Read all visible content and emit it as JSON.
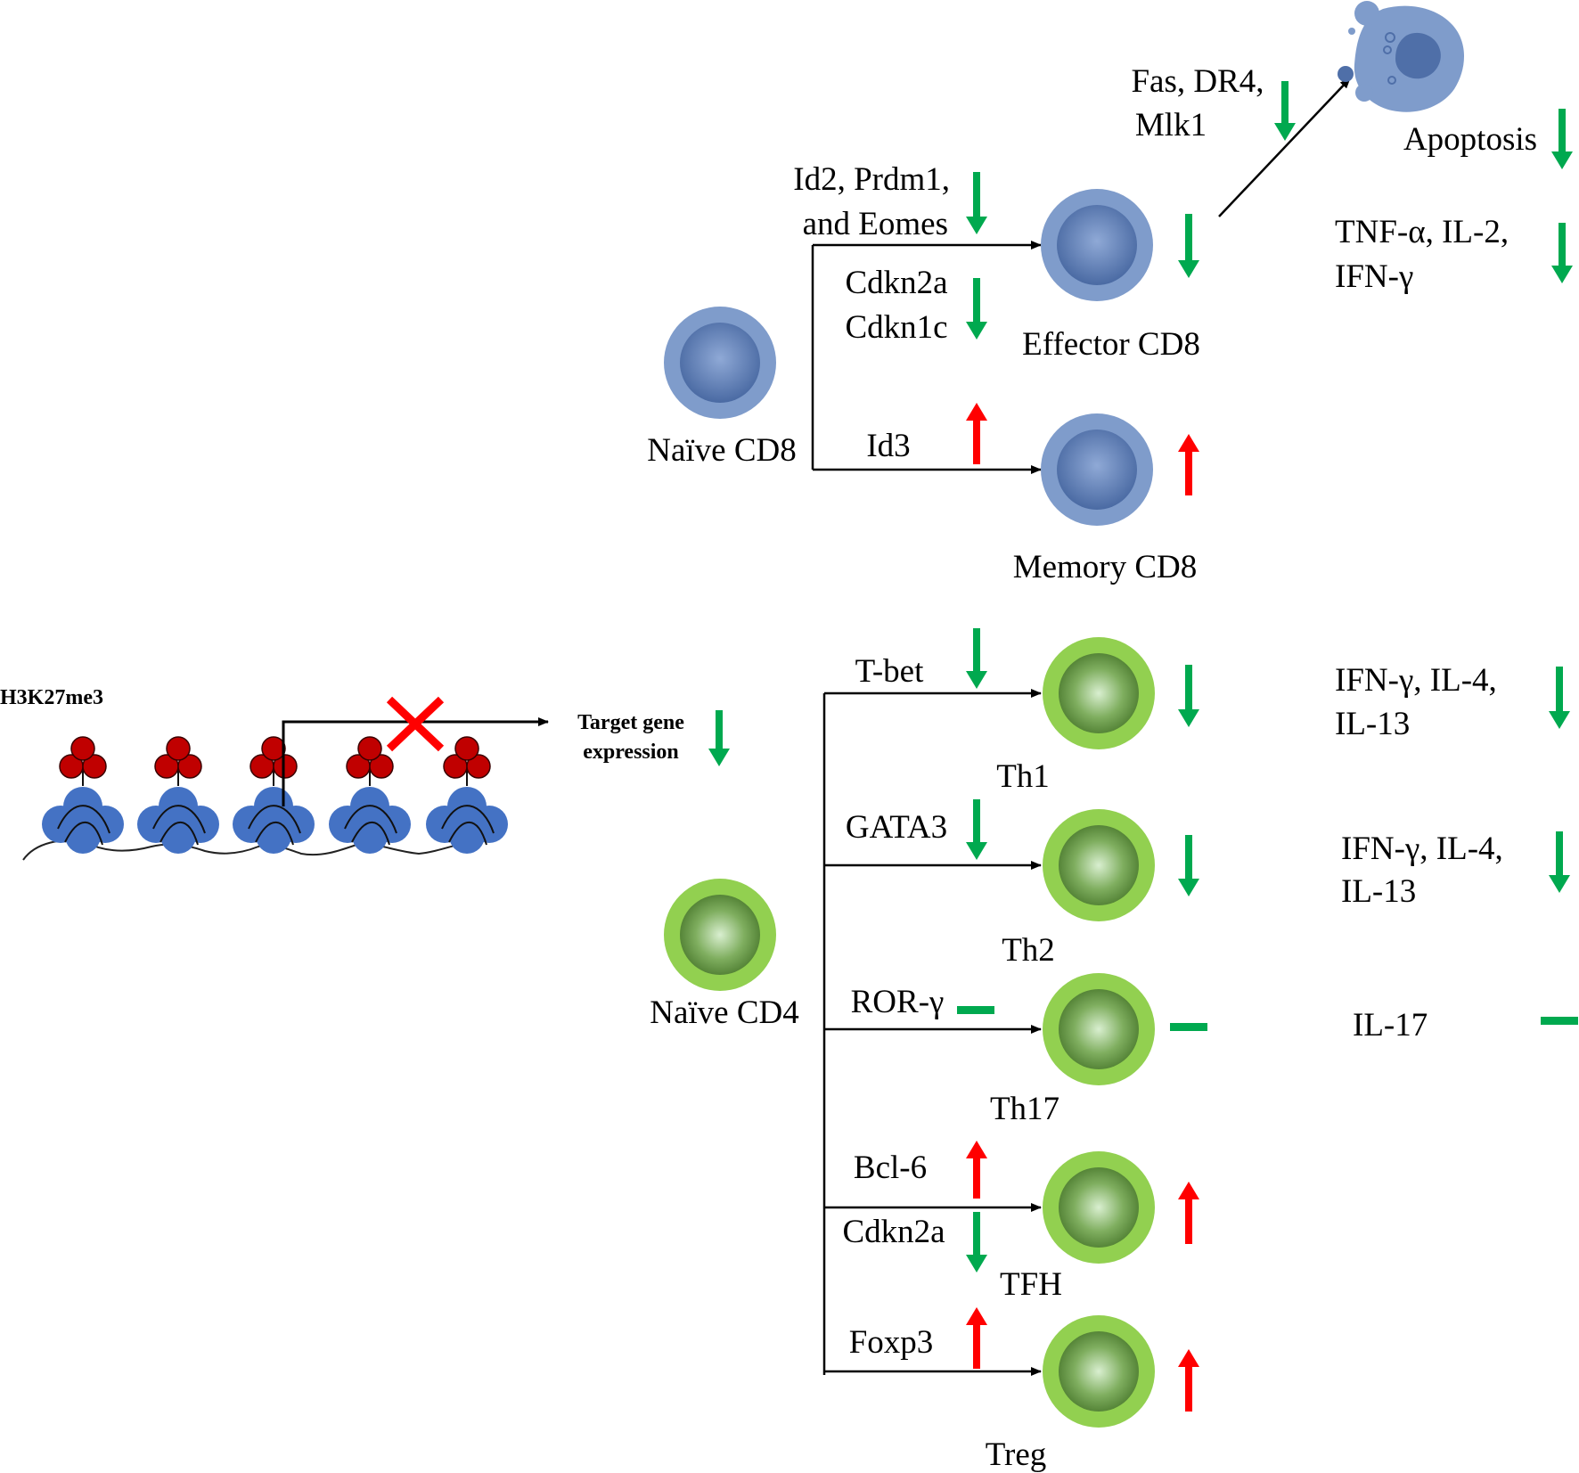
{
  "colors": {
    "down": "#00a94f",
    "up": "#ff0000",
    "neutral": "#00a94f",
    "cd8_outer": "#7f9ccb",
    "cd8_inner": "#4f6fa8",
    "cd4_outer": "#92d050",
    "cd4_inner": "#548235",
    "nucleosome": "#4472c4",
    "mark": "#c00000",
    "block": "#ff0000"
  },
  "epigenetics": {
    "mark_label": "H3K27me3",
    "target_label_line1": "Target gene",
    "target_label_line2": "expression",
    "target_arrow": "down"
  },
  "cd8": {
    "naive_label": "Naïve CD8",
    "effector_label": "Effector CD8",
    "memory_label": "Memory CD8",
    "effector_regulators_line1": "Id2, Prdm1,",
    "effector_regulators_line2": "and Eomes",
    "effector_regulators_arrow": "down",
    "cdk_line1": "Cdkn2a",
    "cdk_line2": "Cdkn1c",
    "cdk_arrow": "down",
    "effector_arrow": "down",
    "memory_regulator": "Id3",
    "memory_regulator_arrow": "up",
    "memory_arrow": "up",
    "death_receptors_line1": "Fas, DR4,",
    "death_receptors_line2": "Mlk1",
    "death_receptors_arrow": "down",
    "apoptosis_label": "Apoptosis",
    "apoptosis_arrow": "down",
    "cytokines_line1": "TNF-α, IL-2,",
    "cytokines_line2": "IFN-γ",
    "cytokines_arrow": "down"
  },
  "cd4": {
    "naive_label": "Naïve CD4",
    "subsets": [
      {
        "name": "Th1",
        "regulator": "T-bet",
        "regulator_arrow": "down",
        "subset_arrow": "down",
        "cytokines_line1": "IFN-γ, IL-4,",
        "cytokines_line2": "IL-13",
        "cytokine_arrow": "down"
      },
      {
        "name": "Th2",
        "regulator": "GATA3",
        "regulator_arrow": "down",
        "subset_arrow": "down",
        "cytokines_line1": "IFN-γ, IL-4,",
        "cytokines_line2": "IL-13",
        "cytokine_arrow": "down"
      },
      {
        "name": "Th17",
        "regulator": "ROR-γ",
        "regulator_arrow": "neutral",
        "subset_arrow": "neutral",
        "cytokines_line1": "IL-17",
        "cytokine_arrow": "neutral"
      },
      {
        "name": "TFH",
        "regulator": "Bcl-6",
        "regulator_arrow": "up",
        "regulator2": "Cdkn2a",
        "regulator2_arrow": "down",
        "subset_arrow": "up"
      },
      {
        "name": "Treg",
        "regulator": "Foxp3",
        "regulator_arrow": "up",
        "subset_arrow": "up"
      }
    ]
  }
}
